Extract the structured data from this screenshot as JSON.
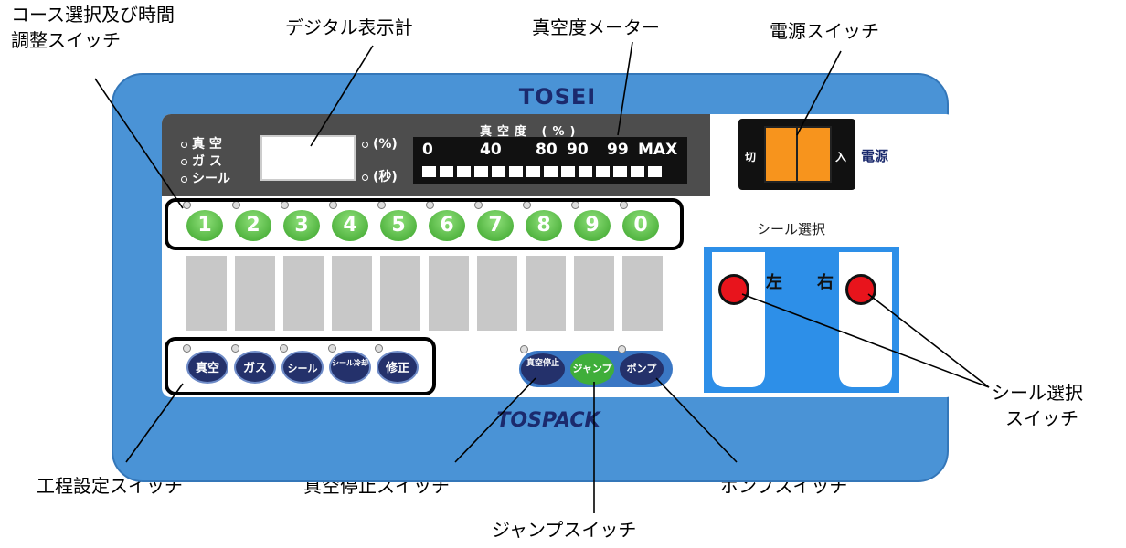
{
  "callouts": {
    "course": "コース選択及び時間\n調整スイッチ",
    "course_l1": "コース選択及び時間",
    "course_l2": "調整スイッチ",
    "digital": "デジタル表示計",
    "vacuum_meter": "真空度メーター",
    "power": "電源スイッチ",
    "seal_select_l1": "シール選択",
    "seal_select_l2": "スイッチ",
    "process": "工程設定スイッチ",
    "vac_stop": "真空停止スイッチ",
    "jump": "ジャンプスイッチ",
    "pump": "ポンプスイッチ"
  },
  "panel": {
    "brand_top": "TOSEI",
    "brand_bottom": "TOSPACK",
    "led_labels": [
      "真 空",
      "ガ ス",
      "シール"
    ],
    "unit_percent": "(%)",
    "unit_seconds": "(秒)",
    "meter_title": "真空度 (%)",
    "meter_scale": [
      "0",
      "40",
      "80",
      "90",
      "99",
      "MAX"
    ],
    "power_off": "切",
    "power_on": "入",
    "power_label": "電源",
    "number_buttons": [
      "1",
      "2",
      "3",
      "4",
      "5",
      "6",
      "7",
      "8",
      "9",
      "0"
    ],
    "process_buttons": [
      "真空",
      "ガス",
      "シール",
      "シール冷却",
      "修正"
    ],
    "vac_stop_btn": "真空停止",
    "jump_btn": "ジャンプ",
    "pump_btn": "ポンプ",
    "seal_title": "シール選択",
    "seal_left": "左",
    "seal_right": "右"
  },
  "colors": {
    "panel_blue": "#4a93d6",
    "number_green": "#3aa32a",
    "process_navy": "#24316b",
    "power_orange": "#f7941d",
    "seal_red": "#e8141c"
  }
}
